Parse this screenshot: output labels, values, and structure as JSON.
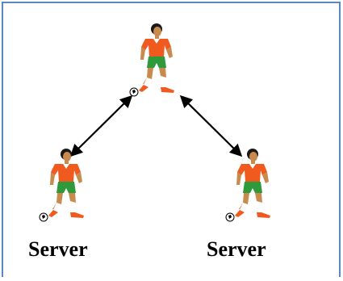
{
  "labels": {
    "left": "Server",
    "right": "Server"
  },
  "colors": {
    "frame_border": "#5b86c8",
    "shirt": "#f05a1e",
    "shorts": "#2f9a3c",
    "skin": "#c98a4e",
    "hair": "#1a1a1a",
    "sock": "#ffffff",
    "arrow": "#000000"
  },
  "icons": {
    "figure": "soccer-player-icon",
    "ball": "soccer-ball-icon",
    "arrow": "double-headed-arrow"
  }
}
